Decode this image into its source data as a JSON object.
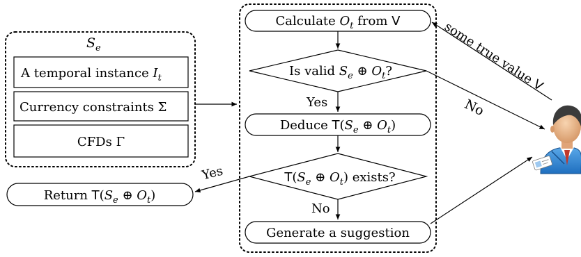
{
  "left_panel": {
    "title_main": "S",
    "title_sub": "e",
    "item1_text": "A temporal instance ",
    "item1_var": "I",
    "item1_sub": "t",
    "item2_text": "Currency constraints Σ",
    "item3_text": "CFDs Γ"
  },
  "nodes": {
    "calculate": {
      "a": "Calculate ",
      "b": "O",
      "c": "t",
      "d": " from ",
      "e": "V"
    },
    "is_valid": {
      "a": "Is valid ",
      "b": "S",
      "c": "e",
      "d": " ⊕ ",
      "e": "O",
      "f": "t",
      "g": "?"
    },
    "deduce": {
      "a": "Deduce ",
      "b": "T",
      "c": "(",
      "d": "S",
      "e": "e",
      "f": " ⊕ ",
      "g": "O",
      "h": "t",
      "i": ")"
    },
    "exists": {
      "a": "T",
      "b": "(",
      "c": "S",
      "d": "e",
      "e": " ⊕ ",
      "f": "O",
      "g": "t",
      "h": ") exists?"
    },
    "suggest": {
      "a": "Generate a suggestion"
    },
    "return": {
      "a": "Return ",
      "b": "T",
      "c": "(",
      "d": "S",
      "e": "e",
      "f": " ⊕ ",
      "g": "O",
      "h": "t",
      "i": ")"
    }
  },
  "labels": {
    "yes_valid": "Yes",
    "no_valid": "No",
    "yes_exists": "Yes",
    "no_exists": "No",
    "true_value_text": "some true value ",
    "true_value_var": "V"
  },
  "icons": {
    "user": "user-with-badge-icon"
  }
}
